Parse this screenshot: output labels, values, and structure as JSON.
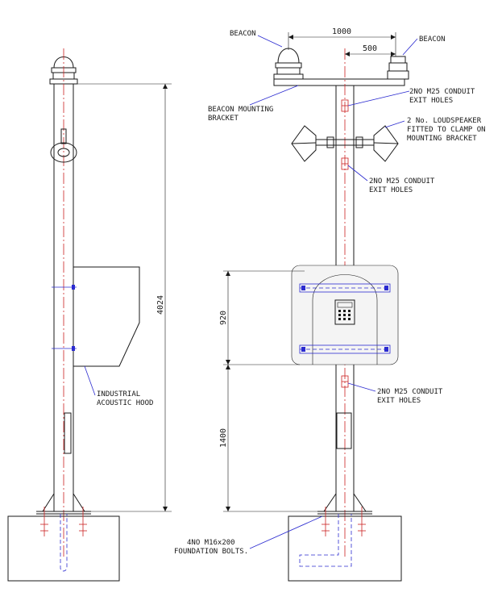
{
  "labels": {
    "beacon_left": "BEACON",
    "beacon_right": "BEACON",
    "beacon_bracket_1": "BEACON MOUNTING",
    "beacon_bracket_2": "BRACKET",
    "conduit_top_1": "2NO M25 CONDUIT",
    "conduit_top_2": "EXIT HOLES",
    "loudspeaker_1": "2 No. LOUDSPEAKER",
    "loudspeaker_2": "FITTED TO CLAMP ON",
    "loudspeaker_3": "MOUNTING BRACKET",
    "conduit_mid_1": "2NO M25 CONDUIT",
    "conduit_mid_2": "EXIT HOLES",
    "conduit_low_1": "2NO M25 CONDUIT",
    "conduit_low_2": "EXIT HOLES",
    "hood_1": "INDUSTRIAL",
    "hood_2": "ACOUSTIC HOOD",
    "bolts_1": "4NO M16x200",
    "bolts_2": "FOUNDATION BOLTS."
  },
  "dimensions": {
    "width_1000": "1000",
    "width_500": "500",
    "height_4024": "4024",
    "height_920": "920",
    "height_1400": "1400"
  },
  "colors": {
    "line": "#1a1a1a",
    "dimension_blue": "#2b2bd0",
    "centerline_red": "#cc2222"
  }
}
